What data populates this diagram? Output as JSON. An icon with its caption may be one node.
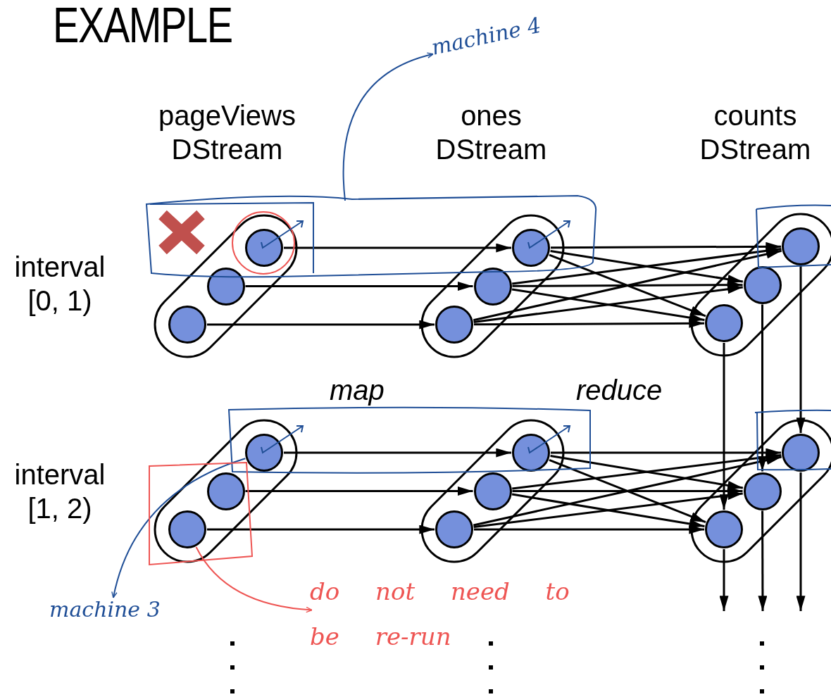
{
  "diagram": {
    "title": "EXAMPLE",
    "nodes": [
      {
        "text": [],
        "shape": "capsule"
      },
      {
        "text": [],
        "shape": "circle",
        "in": 0
      },
      {
        "text": [],
        "shape": "circle",
        "in": 0
      },
      {
        "text": [],
        "shape": "circle",
        "in": 0
      },
      {
        "text": [],
        "shape": "capsule"
      },
      {
        "text": [],
        "shape": "circle",
        "in": 4
      },
      {
        "text": [],
        "shape": "circle",
        "in": 4
      },
      {
        "text": [],
        "shape": "circle",
        "in": 4
      },
      {
        "text": [],
        "shape": "capsule"
      },
      {
        "text": [],
        "shape": "circle",
        "in": 8
      },
      {
        "text": [],
        "shape": "circle",
        "in": 8
      },
      {
        "text": [],
        "shape": "circle",
        "in": 8
      },
      {
        "text": [],
        "shape": "capsule"
      },
      {
        "text": [],
        "shape": "circle",
        "in": 12
      },
      {
        "text": [],
        "shape": "circle",
        "in": 12
      },
      {
        "text": [],
        "shape": "circle",
        "in": 12
      },
      {
        "text": [],
        "shape": "capsule"
      },
      {
        "text": [],
        "shape": "circle",
        "in": 16
      },
      {
        "text": [],
        "shape": "circle",
        "in": 16
      },
      {
        "text": [],
        "shape": "circle",
        "in": 16
      },
      {
        "text": [],
        "shape": "capsule"
      },
      {
        "text": [],
        "shape": "circle",
        "in": 20
      },
      {
        "text": [],
        "shape": "circle",
        "in": 20
      },
      {
        "text": [],
        "shape": "circle",
        "in": 20
      },
      {
        "text": [
          "machine 4"
        ]
      },
      {
        "text": [
          "machine 3"
        ]
      },
      {
        "text": [
          "do not need to be re-run"
        ]
      }
    ],
    "edges": [
      {
        "from": 1,
        "to": 5,
        "arrow": "to"
      },
      {
        "from": 2,
        "to": 6,
        "arrow": "to"
      },
      {
        "from": 3,
        "to": 7,
        "arrow": "to"
      },
      {
        "from": 5,
        "to": 9,
        "arrow": "to"
      },
      {
        "from": 5,
        "to": 10,
        "arrow": "to"
      },
      {
        "from": 5,
        "to": 11,
        "arrow": "to"
      },
      {
        "from": 6,
        "to": 9,
        "arrow": "to"
      },
      {
        "from": 6,
        "to": 10,
        "arrow": "to"
      },
      {
        "from": 6,
        "to": 11,
        "arrow": "to"
      },
      {
        "from": 7,
        "to": 9,
        "arrow": "to"
      },
      {
        "from": 7,
        "to": 10,
        "arrow": "to"
      },
      {
        "from": 7,
        "to": 11,
        "arrow": "to"
      },
      {
        "from": 13,
        "to": 17,
        "arrow": "to"
      },
      {
        "from": 14,
        "to": 18,
        "arrow": "to"
      },
      {
        "from": 15,
        "to": 19,
        "arrow": "to"
      },
      {
        "from": 17,
        "to": 21,
        "arrow": "to"
      },
      {
        "from": 17,
        "to": 22,
        "arrow": "to"
      },
      {
        "from": 17,
        "to": 23,
        "arrow": "to"
      },
      {
        "from": 18,
        "to": 21,
        "arrow": "to"
      },
      {
        "from": 18,
        "to": 22,
        "arrow": "to"
      },
      {
        "from": 18,
        "to": 23,
        "arrow": "to"
      },
      {
        "from": 19,
        "to": 21,
        "arrow": "to"
      },
      {
        "from": 19,
        "to": 22,
        "arrow": "to"
      },
      {
        "from": 19,
        "to": 23,
        "arrow": "to"
      },
      {
        "from": 9,
        "to": 21,
        "arrow": "to"
      },
      {
        "from": 10,
        "to": 22,
        "arrow": "to"
      },
      {
        "from": 11,
        "to": 23,
        "arrow": "to"
      },
      {
        "from": 21,
        "to": null,
        "arrow": "to"
      },
      {
        "from": 22,
        "to": null,
        "arrow": "to"
      },
      {
        "from": 23,
        "to": null,
        "arrow": "to"
      },
      {
        "from": null,
        "to": 24,
        "arrow": "to",
        "color": "#1f4e96"
      },
      {
        "from": 13,
        "to": 25,
        "arrow": "to",
        "color": "#1f4e96"
      },
      {
        "from": 15,
        "to": 26,
        "arrow": "to",
        "color": "#ee5553"
      }
    ],
    "labels": [
      "pageViews DStream",
      "ones DStream",
      "counts DStream",
      "interval [0, 1)",
      "interval [1, 2)",
      "map",
      "reduce"
    ]
  }
}
